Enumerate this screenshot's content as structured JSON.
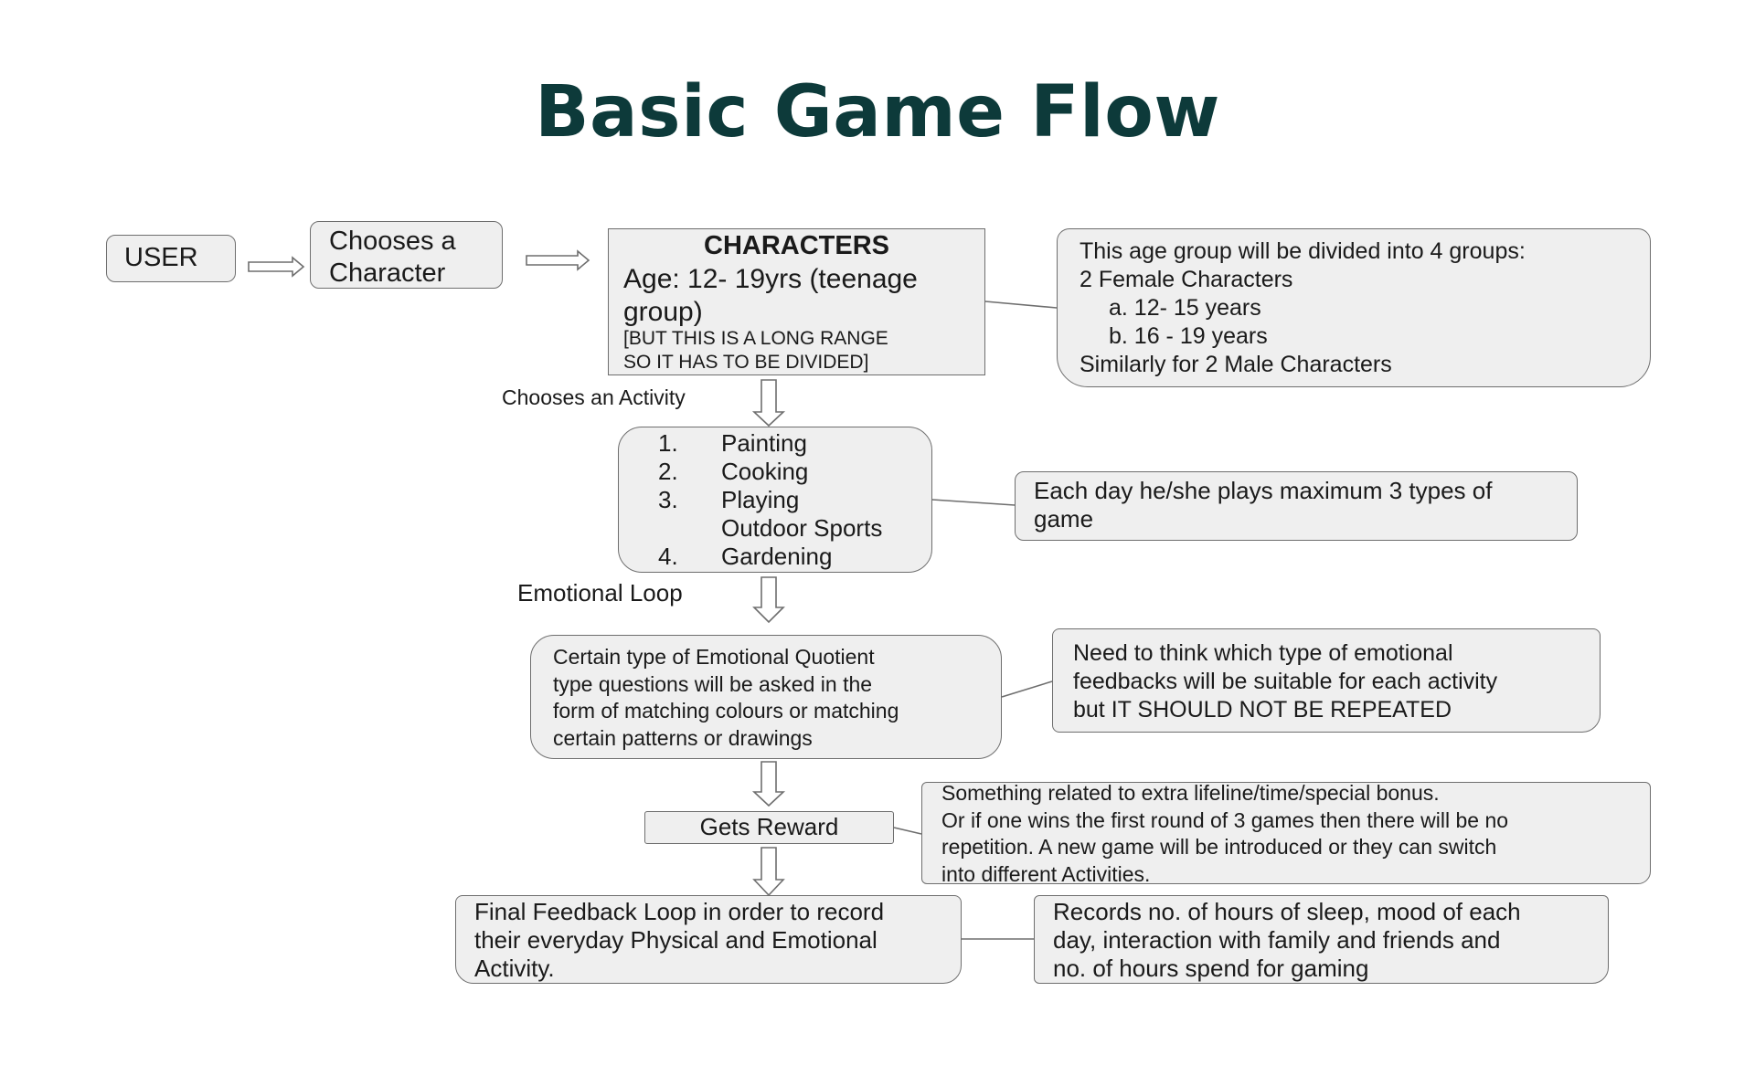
{
  "title": "Basic Game Flow",
  "nodes": {
    "user": "USER",
    "chooses_character": [
      "Chooses a",
      "Character"
    ],
    "characters": {
      "heading": "CHARACTERS",
      "age_lines": [
        "Age: 12- 19yrs (teenage",
        "group)"
      ],
      "note_lines": [
        "[BUT THIS IS A LONG RANGE",
        "SO IT HAS TO BE DIVIDED]"
      ]
    },
    "age_groups": [
      "This age group will be divided into 4 groups:",
      "2 Female Characters",
      "a. 12- 15 years",
      "b. 16 - 19 years",
      "Similarly for 2 Male Characters"
    ],
    "activities": [
      {
        "num": "1.",
        "label": "Painting"
      },
      {
        "num": "2.",
        "label": "Cooking"
      },
      {
        "num": "3.",
        "label": "Playing"
      },
      {
        "num": "",
        "label": "Outdoor Sports"
      },
      {
        "num": "4.",
        "label": "Gardening"
      }
    ],
    "daily_limit": [
      "Each day he/she plays maximum 3 types of",
      "game"
    ],
    "eq_questions": [
      "Certain type of Emotional Quotient",
      "type questions will be asked in the",
      "form of matching colours or matching",
      "certain patterns or drawings"
    ],
    "emotional_feedback": [
      "Need to think which type of emotional",
      "feedbacks will be suitable for each activity",
      "but IT SHOULD NOT BE REPEATED"
    ],
    "reward": "Gets Reward",
    "reward_note": [
      "Something related to extra lifeline/time/special bonus.",
      "Or if one wins the first round of 3 games then there will be no",
      "repetition. A new game will be introduced or they can switch",
      "into different Activities."
    ],
    "final_feedback": [
      "Final Feedback Loop in order to record",
      "their everyday Physical and Emotional",
      "Activity."
    ],
    "records": [
      "Records no. of hours of sleep, mood of each",
      "day, interaction with family and friends and",
      "no. of hours spend for gaming"
    ]
  },
  "edge_labels": {
    "chooses_activity": "Chooses an Activity",
    "emotional_loop": "Emotional Loop"
  }
}
